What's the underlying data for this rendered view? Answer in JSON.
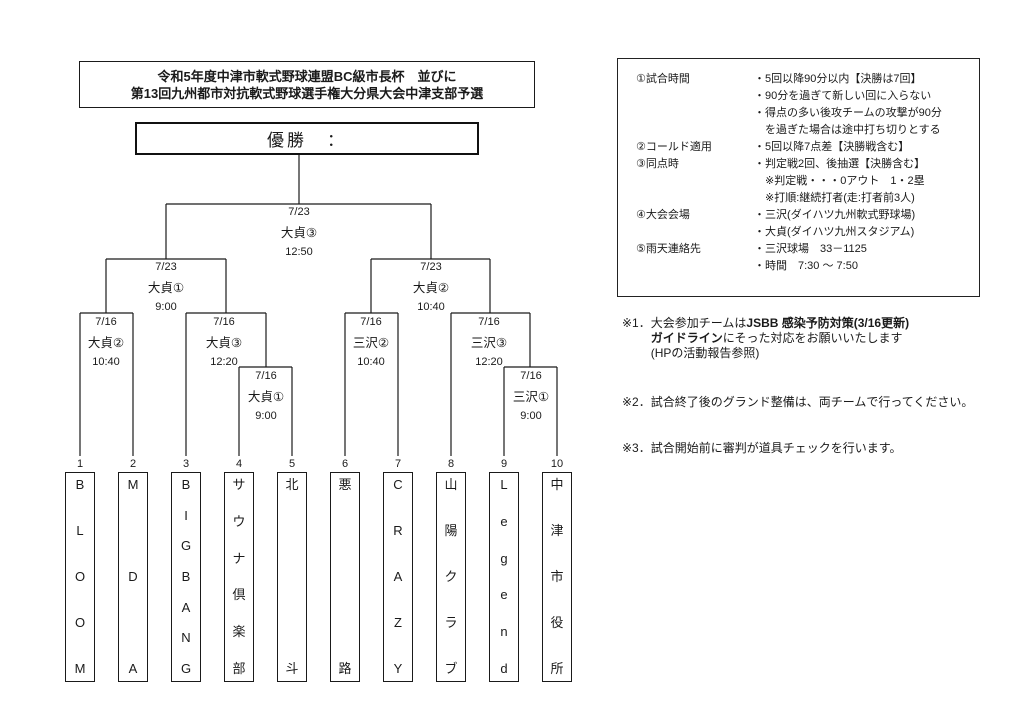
{
  "title": {
    "line1": "令和5年度中津市軟式野球連盟BC級市長杯　並びに",
    "line2": "第13回九州都市対抗軟式野球選手権大分県大会中津支部予選"
  },
  "champion": {
    "label": "優勝　："
  },
  "bracket": {
    "final": {
      "date": "7/23",
      "venue": "大貞③",
      "time": "12:50"
    },
    "semi_left": {
      "date": "7/23",
      "venue": "大貞①",
      "time": "9:00"
    },
    "semi_right": {
      "date": "7/23",
      "venue": "大貞②",
      "time": "10:40"
    },
    "r1_left_a": {
      "date": "7/16",
      "venue": "大貞②",
      "time": "10:40"
    },
    "r1_left_b": {
      "date": "7/16",
      "venue": "大貞③",
      "time": "12:20"
    },
    "r1_left_c": {
      "date": "7/16",
      "venue": "大貞①",
      "time": "9:00"
    },
    "r1_right_a": {
      "date": "7/16",
      "venue": "三沢②",
      "time": "10:40"
    },
    "r1_right_b": {
      "date": "7/16",
      "venue": "三沢③",
      "time": "12:20"
    },
    "r1_right_c": {
      "date": "7/16",
      "venue": "三沢①",
      "time": "9:00"
    }
  },
  "teams": [
    {
      "no": "1",
      "name": "BLOOM"
    },
    {
      "no": "2",
      "name": "MDA"
    },
    {
      "no": "3",
      "name": "BIGBANG"
    },
    {
      "no": "4",
      "name": "サウナ倶楽部"
    },
    {
      "no": "5",
      "name": "北斗"
    },
    {
      "no": "6",
      "name": "悪路"
    },
    {
      "no": "7",
      "name": "CRAZY"
    },
    {
      "no": "8",
      "name": "山陽クラブ"
    },
    {
      "no": "9",
      "name": "Legend"
    },
    {
      "no": "10",
      "name": "中津市役所"
    }
  ],
  "rules": [
    {
      "label": "①試合時間",
      "lines": [
        "・5回以降90分以内【決勝は7回】",
        "・90分を過ぎて新しい回に入らない",
        "・得点の多い後攻チームの攻撃が90分",
        "　を過ぎた場合は途中打ち切りとする"
      ]
    },
    {
      "label": "②コールド適用",
      "lines": [
        "・5回以降7点差【決勝戦含む】"
      ]
    },
    {
      "label": "③同点時",
      "lines": [
        "・判定戦2回、後抽選【決勝含む】",
        "　※判定戦・・・0アウト　1・2塁",
        "　※打順:継続打者(走:打者前3人)"
      ]
    },
    {
      "label": "④大会会場",
      "lines": [
        "・三沢(ダイハツ九州軟式野球場)",
        "・大貞(ダイハツ九州スタジアム)"
      ]
    },
    {
      "label": "⑤雨天連絡先",
      "lines": [
        "・三沢球場　33－1125",
        "・時間　7:30 ～ 7:50"
      ]
    }
  ],
  "notes": [
    {
      "marker": "※1．",
      "line1_pre": "大会参加チームは",
      "line1_bold": "JSBB 感染予防対策(3/16更新)",
      "line2_bold": "ガイドライン",
      "line2_rest": "にそった対応をお願いいたします",
      "line3": "(HPの活動報告参照)"
    },
    {
      "marker": "※2．",
      "text": "試合終了後のグランド整備は、両チームで行ってください。"
    },
    {
      "marker": "※3．",
      "text": "試合開始前に審判が道具チェックを行います。"
    }
  ]
}
